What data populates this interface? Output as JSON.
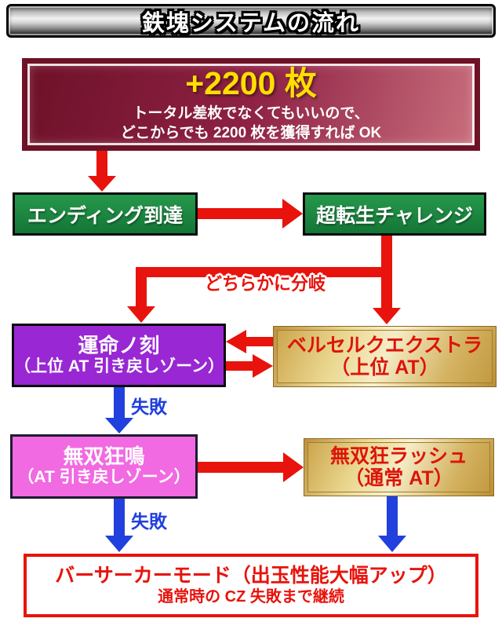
{
  "title": "鉄塊システムの流れ",
  "summary_box": {
    "headline": "+2200 枚",
    "line1": "トータル差枚でなくてもいいので、",
    "line2": "どこからでも 2200 枚を獲得すれば OK"
  },
  "nodes": {
    "ending": {
      "label": "エンディング到達"
    },
    "challenge": {
      "label": "超転生チャレンジ"
    },
    "unmei_no_toki": {
      "line1": "運命ノ刻",
      "line2": "（上位 AT 引き戻しゾーン）"
    },
    "berserk_extra": {
      "line1": "ベルセルクエクストラ",
      "line2": "（上位 AT）"
    },
    "musou_kyomei": {
      "line1": "無双狂鳴",
      "line2": "（AT 引き戻しゾーン）"
    },
    "musou_rush": {
      "line1": "無双狂ラッシュ",
      "line2": "（通常 AT）"
    },
    "berserker_mode": {
      "line1": "バーサーカーモード（出玉性能大幅アップ）",
      "line2": "通常時の CZ 失敗まで継続"
    }
  },
  "arrow_labels": {
    "branch": "どちらかに分岐",
    "fail_upper": "失敗",
    "fail_lower": "失敗"
  },
  "colors": {
    "arrow_red": "#e8130c",
    "arrow_blue": "#2140dd",
    "node_green": "#1c8a42",
    "node_purple": "#9927d3",
    "node_pink": "#f16ae1",
    "gold": "#e4cf8a",
    "maroon": "#6e1226",
    "headline_yellow": "#ffdf00",
    "gold_text_red": "#dd1409"
  }
}
